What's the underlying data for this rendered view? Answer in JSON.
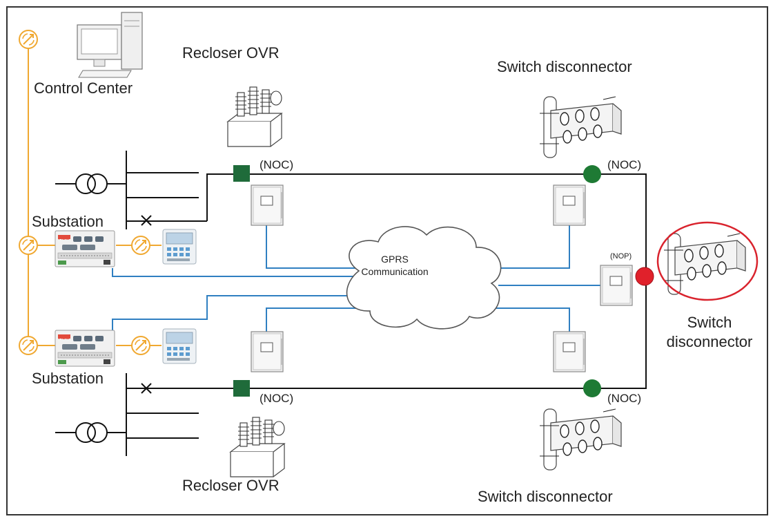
{
  "labels": {
    "control_center": "Control Center",
    "recloser_top": "Recloser OVR",
    "recloser_bottom": "Recloser OVR",
    "switch_top": "Switch disconnector",
    "switch_bottom": "Switch disconnector",
    "switch_right_line1": "Switch",
    "switch_right_line2": "disconnector",
    "substation_top": "Substation",
    "substation_bottom": "Substation",
    "noc": "(NOC)",
    "nop": "(NOP)",
    "cloud_line1": "GPRS",
    "cloud_line2": "Communication",
    "abb": "ABB"
  },
  "colors": {
    "power_line": "#111111",
    "comm_line": "#2f7fc1",
    "control_line": "#f0a830",
    "recloser_square": "#1f6b3a",
    "switch_closed": "#1e7a34",
    "switch_open": "#e0212b",
    "highlight_ring": "#d9232d"
  },
  "icons": [
    "antenna-icon",
    "computer-icon",
    "transformer-icon",
    "recloser-icon",
    "switch-disconnector-icon",
    "rtu-cabinet-icon",
    "relay-panel-icon",
    "hmi-panel-icon",
    "cloud-icon"
  ]
}
